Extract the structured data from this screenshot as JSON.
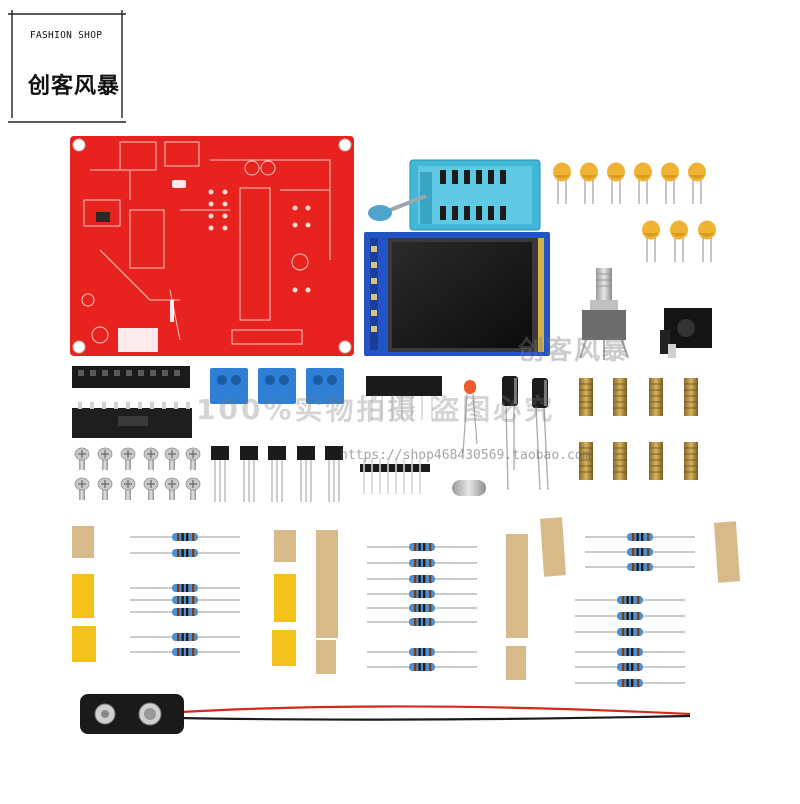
{
  "brand": {
    "shop_label": "FASHION SHOP",
    "shop_name": "创客风暴"
  },
  "watermarks": {
    "top": "创客风暴",
    "middle": "100%实物拍摄 盗图必究",
    "url": "https://shop468430569.taobao.com"
  },
  "colors": {
    "pcb_red": "#e8231f",
    "silkscreen": "#ffffff",
    "tft_blue": "#1f4fbf",
    "zif_cyan": "#3fb9d8",
    "trimmer_blue": "#2f7fd6",
    "capacitor_yellow": "#f2b233",
    "standoff_brass": "#b8923d",
    "resistor_blue": "#4a89c8",
    "tape_kraft": "#d8b98a",
    "tape_yellow": "#f2c21a"
  },
  "components": [
    "pcb-board-icon",
    "zif-socket-icon",
    "tft-display-icon",
    "rotary-encoder-icon",
    "dc-jack-icon",
    "ceramic-capacitor-icon",
    "ic-socket-icon",
    "atmega-chip-icon",
    "terminal-block-icon",
    "pin-header-icon",
    "led-icon",
    "electrolytic-capacitor-icon",
    "brass-standoff-icon",
    "screw-icon",
    "transistor-icon",
    "crystal-icon",
    "resistor-icon",
    "battery-clip-icon"
  ]
}
